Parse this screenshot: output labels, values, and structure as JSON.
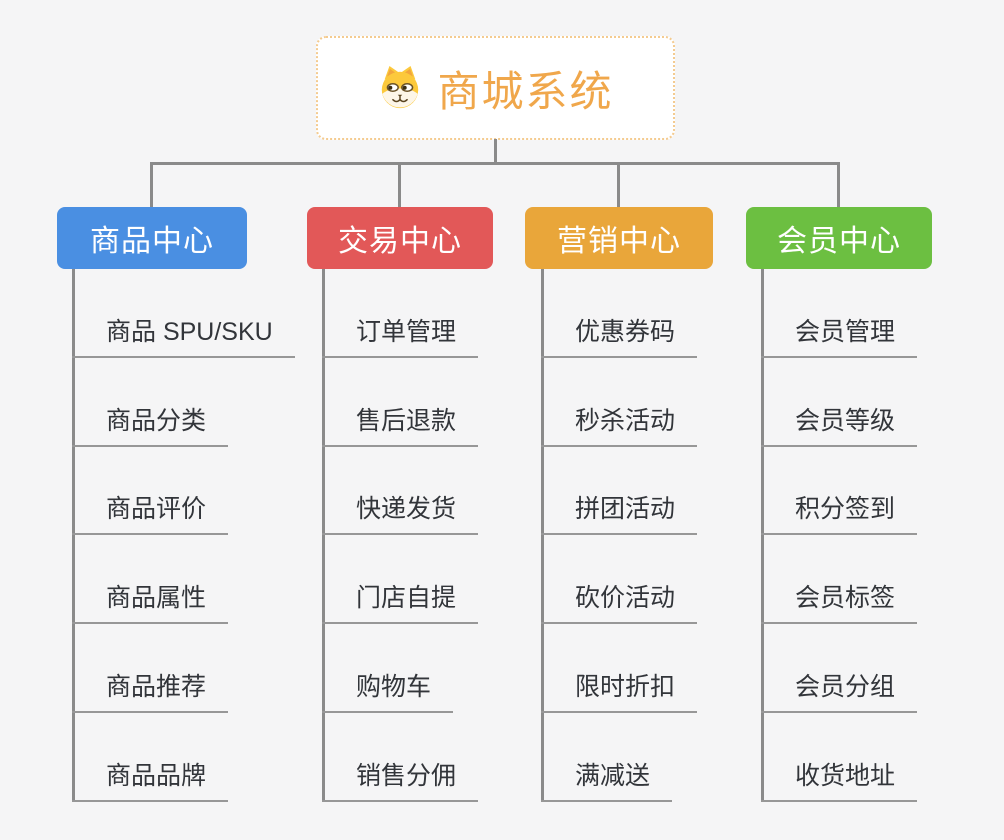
{
  "page": {
    "background_color": "#f5f5f6",
    "connector_color": "#8a8a8a",
    "underline_color": "#979797",
    "leaf_text_color": "#32353a"
  },
  "root": {
    "title": "商城系统",
    "icon": "dog-face-icon",
    "accent_color": "#f0a74b",
    "border_color": "#f4cb90"
  },
  "branches": [
    {
      "label": "商品中心",
      "color": "#4a8fe2",
      "items": [
        "商品 SPU/SKU",
        "商品分类",
        "商品评价",
        "商品属性",
        "商品推荐",
        "商品品牌"
      ]
    },
    {
      "label": "交易中心",
      "color": "#e25858",
      "items": [
        "订单管理",
        "售后退款",
        "快递发货",
        "门店自提",
        "购物车",
        "销售分佣"
      ]
    },
    {
      "label": "营销中心",
      "color": "#e9a63a",
      "items": [
        "优惠券码",
        "秒杀活动",
        "拼团活动",
        "砍价活动",
        "限时折扣",
        "满减送"
      ]
    },
    {
      "label": "会员中心",
      "color": "#6cbf41",
      "items": [
        "会员管理",
        "会员等级",
        "积分签到",
        "会员标签",
        "会员分组",
        "收货地址"
      ]
    }
  ]
}
